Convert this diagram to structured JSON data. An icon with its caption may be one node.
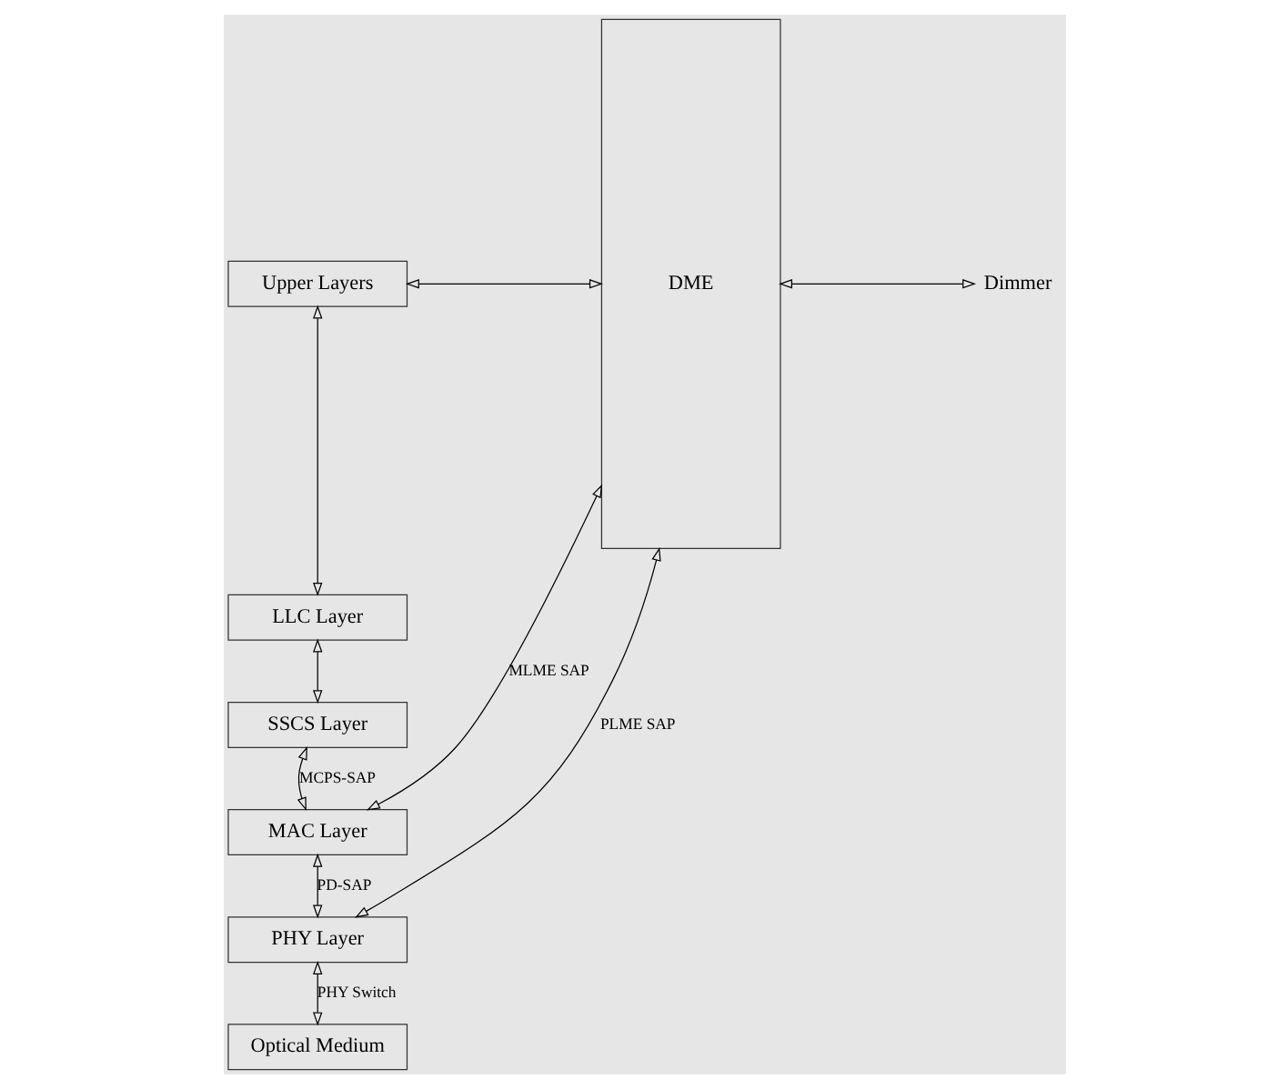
{
  "diagram": {
    "nodes": [
      {
        "text": [
          "Upper Layers"
        ]
      },
      {
        "text": [
          "LLC Layer"
        ]
      },
      {
        "text": [
          "SSCS Layer"
        ]
      },
      {
        "text": [
          "MAC Layer"
        ]
      },
      {
        "text": [
          "PHY Layer"
        ]
      },
      {
        "text": [
          "Optical Medium"
        ]
      },
      {
        "text": [
          "DME"
        ]
      },
      {
        "text": [
          "Dimmer"
        ]
      }
    ],
    "edges": [
      {
        "from": 0,
        "to": 1,
        "arrow": "both"
      },
      {
        "from": 1,
        "to": 2,
        "arrow": "both"
      },
      {
        "from": 2,
        "to": 3,
        "arrow": "both",
        "label": "MCPS-SAP"
      },
      {
        "from": 3,
        "to": 4,
        "arrow": "both",
        "label": "PD-SAP"
      },
      {
        "from": 4,
        "to": 5,
        "arrow": "both",
        "label": "PHY Switch"
      },
      {
        "from": 0,
        "to": 6,
        "arrow": "both"
      },
      {
        "from": 3,
        "to": 6,
        "arrow": "both",
        "label": "MLME SAP"
      },
      {
        "from": 4,
        "to": 6,
        "arrow": "both",
        "label": "PLME SAP"
      },
      {
        "from": 6,
        "to": 7,
        "arrow": "both"
      }
    ]
  }
}
